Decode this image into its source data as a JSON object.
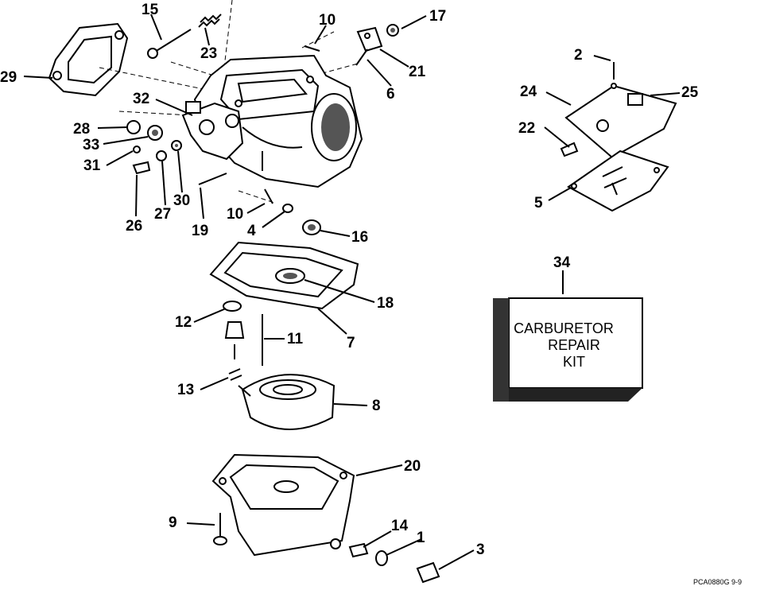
{
  "callouts": [
    {
      "id": "c15",
      "text": "15"
    },
    {
      "id": "c23",
      "text": "23"
    },
    {
      "id": "c10a",
      "text": "10"
    },
    {
      "id": "c17",
      "text": "17"
    },
    {
      "id": "c21",
      "text": "21"
    },
    {
      "id": "c6",
      "text": "6"
    },
    {
      "id": "c29",
      "text": "29"
    },
    {
      "id": "c32",
      "text": "32"
    },
    {
      "id": "c28",
      "text": "28"
    },
    {
      "id": "c33",
      "text": "33"
    },
    {
      "id": "c31",
      "text": "31"
    },
    {
      "id": "c26",
      "text": "26"
    },
    {
      "id": "c27",
      "text": "27"
    },
    {
      "id": "c30",
      "text": "30"
    },
    {
      "id": "c19",
      "text": "19"
    },
    {
      "id": "c10b",
      "text": "10"
    },
    {
      "id": "c4",
      "text": "4"
    },
    {
      "id": "c16",
      "text": "16"
    },
    {
      "id": "c18",
      "text": "18"
    },
    {
      "id": "c7",
      "text": "7"
    },
    {
      "id": "c12",
      "text": "12"
    },
    {
      "id": "c11",
      "text": "11"
    },
    {
      "id": "c13",
      "text": "13"
    },
    {
      "id": "c8",
      "text": "8"
    },
    {
      "id": "c20",
      "text": "20"
    },
    {
      "id": "c9",
      "text": "9"
    },
    {
      "id": "c14",
      "text": "14"
    },
    {
      "id": "c1",
      "text": "1"
    },
    {
      "id": "c3",
      "text": "3"
    },
    {
      "id": "c2",
      "text": "2"
    },
    {
      "id": "c24",
      "text": "24"
    },
    {
      "id": "c25",
      "text": "25"
    },
    {
      "id": "c22",
      "text": "22"
    },
    {
      "id": "c5",
      "text": "5"
    },
    {
      "id": "c34",
      "text": "34"
    }
  ],
  "repair_kit": {
    "line1": "CARBURETOR",
    "line2": "REPAIR",
    "line3": "KIT"
  },
  "figure_code": "PCA0880G    9-9"
}
